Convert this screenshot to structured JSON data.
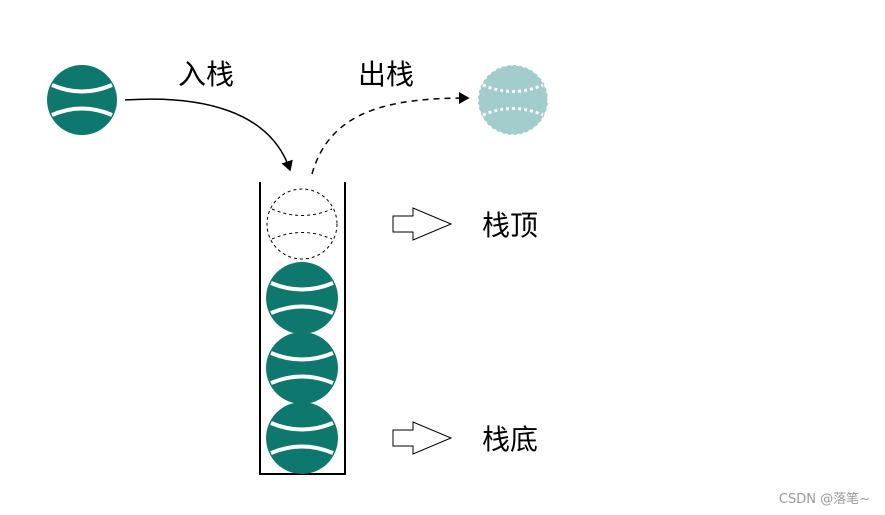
{
  "labels": {
    "push": "入栈",
    "pop": "出栈",
    "top": "栈顶",
    "bottom": "栈底"
  },
  "watermark": "CSDN @落笔~",
  "colors": {
    "ball": "#0e786e",
    "ball_faded": "#a3cdcd",
    "seam": "#ffffff",
    "line": "#000000",
    "watermark": "#9a9a9a"
  },
  "stack": {
    "filled_balls": 3,
    "has_popped_placeholder": true
  },
  "icons": [
    "tennis-ball-icon",
    "arrow-right-icon"
  ]
}
